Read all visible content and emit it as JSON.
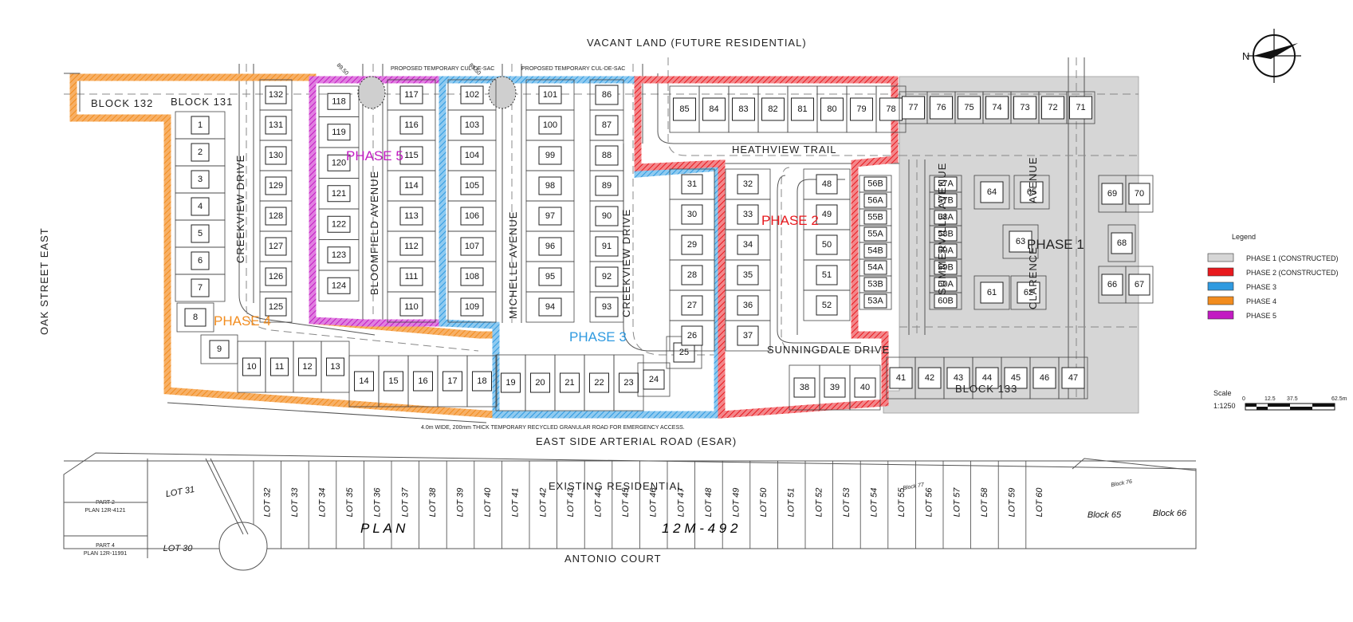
{
  "labels": {
    "vacant_land": "VACANT LAND (FUTURE RESIDENTIAL)",
    "oak_street": "OAK STREET EAST",
    "esar": "EAST SIDE ARTERIAL ROAD (ESAR)",
    "antonio": "ANTONIO COURT",
    "existing": "EXISTING RESIDENTIAL",
    "heathview": "HEATHVIEW TRAIL",
    "sunningdale": "SUNNINGDALE DRIVE",
    "creekview_left": "CREEKVIEW DRIVE",
    "creekview_mid": "CREEKVIEW DRIVE",
    "bloomfield": "BLOOMFIELD AVENUE",
    "michelle": "MICHELLE AVENUE",
    "summerville": "SUMMERVILLE AVENUE",
    "clarence": "CLARENCE",
    "avenue": "AVENUE",
    "block132": "BLOCK 132",
    "block131": "BLOCK 131",
    "block133": "BLOCK 133",
    "elev1": "89.50",
    "elev2": "89.50",
    "cul1": "PROPOSED TEMPORARY CUL-DE-SAC",
    "cul2": "PROPOSED TEMPORARY CUL-DE-SAC",
    "emerg_note": "4.0m WIDE, 200mm THICK TEMPORARY RECYCLED GRANULAR ROAD FOR EMERGENCY ACCESS.",
    "plan_left": "P L A N",
    "plan_right": "1 2 M  -  4 9 2",
    "part2": "PART 2",
    "part2_plan": "PLAN 12R-4121",
    "part4": "PART 4",
    "part4_plan": "PLAN 12R-11991",
    "lot31": "LOT 31",
    "lot30": "LOT 30",
    "block77": "Block 77",
    "block76": "Block 76",
    "block65": "Block 65",
    "block66": "Block 66"
  },
  "phases": [
    {
      "label": "PHASE 1",
      "color": "#222222"
    },
    {
      "label": "PHASE 2",
      "color": "#e8191e"
    },
    {
      "label": "PHASE 3",
      "color": "#2f9ae0"
    },
    {
      "label": "PHASE 4",
      "color": "#f28c1e"
    },
    {
      "label": "PHASE 5",
      "color": "#c21bc2"
    }
  ],
  "legend": {
    "title": "Legend",
    "items": [
      {
        "label": "PHASE 1 (CONSTRUCTED)",
        "color": "#d6d6d6"
      },
      {
        "label": "PHASE 2 (CONSTRUCTED)",
        "color": "#e8191e"
      },
      {
        "label": "PHASE 3",
        "color": "#2f9ae0"
      },
      {
        "label": "PHASE 4",
        "color": "#f28c1e"
      },
      {
        "label": "PHASE 5",
        "color": "#c21bc2"
      }
    ]
  },
  "scale": {
    "label": "Scale",
    "ratio": "1:1250",
    "ticks": [
      "0",
      "12.5",
      "37.5",
      "62.5m"
    ]
  },
  "north": "N",
  "lots": {
    "phase4_col": [
      "1",
      "2",
      "3",
      "4",
      "5",
      "6",
      "7",
      "8",
      "9"
    ],
    "phase4_bottom": [
      "10",
      "11",
      "12",
      "13",
      "14",
      "15",
      "16",
      "17",
      "18"
    ],
    "creek_west": [
      "132",
      "131",
      "130",
      "129",
      "128",
      "127",
      "126",
      "125"
    ],
    "bloom_west": [
      "118",
      "119",
      "120",
      "121",
      "122",
      "123",
      "124"
    ],
    "bloom_east": [
      "117",
      "116",
      "115",
      "114",
      "113",
      "112",
      "111",
      "110"
    ],
    "mich_west": [
      "102",
      "103",
      "104",
      "105",
      "106",
      "107",
      "108",
      "109"
    ],
    "mich_east": [
      "101",
      "100",
      "99",
      "98",
      "97",
      "96",
      "95",
      "94"
    ],
    "creek_east": [
      "86",
      "87",
      "88",
      "89",
      "90",
      "91",
      "92",
      "93"
    ],
    "phase3_bottom": [
      "19",
      "20",
      "21",
      "22",
      "23",
      "24",
      "25"
    ],
    "phase3_col": [
      "31",
      "30",
      "29",
      "28",
      "27",
      "26"
    ],
    "heath_top": [
      "85",
      "84",
      "83",
      "82",
      "81",
      "80",
      "79",
      "78"
    ],
    "p2_col_a": [
      "32",
      "33",
      "34",
      "35",
      "36",
      "37"
    ],
    "p2_col_b": [
      "48",
      "49",
      "50",
      "51",
      "52"
    ],
    "p2_bottom": [
      "38",
      "39",
      "40"
    ],
    "p2_semi": [
      "56B",
      "56A",
      "55B",
      "55A",
      "54B",
      "54A",
      "53B",
      "53A"
    ],
    "p1_top": [
      "77",
      "76",
      "75",
      "74",
      "73",
      "72",
      "71"
    ],
    "p1_semi": [
      "57A",
      "57B",
      "58A",
      "58B",
      "59A",
      "59B",
      "60A",
      "60B"
    ],
    "p1_mid": [
      "64",
      "65",
      "63",
      "61",
      "62",
      "69",
      "70",
      "68",
      "66",
      "67"
    ],
    "p1_bottom": [
      "41",
      "42",
      "43",
      "44",
      "45",
      "46",
      "47"
    ],
    "existing": [
      "LOT 32",
      "LOT 33",
      "LOT 34",
      "LOT 35",
      "LOT 36",
      "LOT 37",
      "LOT 38",
      "LOT 39",
      "LOT 40",
      "LOT 41",
      "LOT 42",
      "LOT 43",
      "LOT 44",
      "LOT 45",
      "LOT 46",
      "LOT 47",
      "LOT 48",
      "LOT 49",
      "LOT 50",
      "LOT 51",
      "LOT 52",
      "LOT 53",
      "LOT 54",
      "LOT 55",
      "LOT 56",
      "LOT 57",
      "LOT 58",
      "LOT 59",
      "LOT 60"
    ]
  }
}
